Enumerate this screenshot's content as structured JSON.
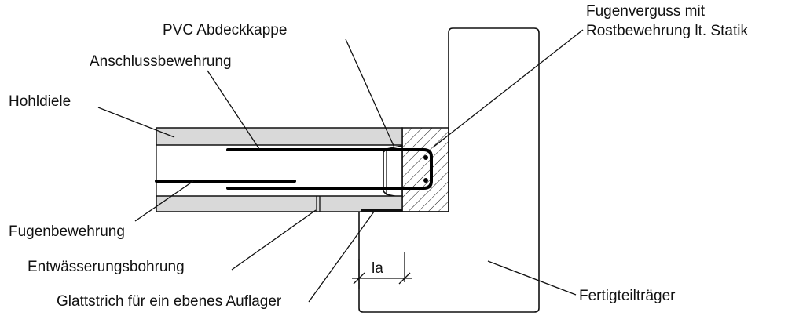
{
  "labels": {
    "pvc_cap": "PVC Abdeckkappe",
    "grout_line1": "Fugenverguss mit",
    "grout_line2": "Rostbewehrung lt. Statik",
    "connection_rebar": "Anschlussbewehrung",
    "hollow_slab": "Hohldiele",
    "joint_rebar": "Fugenbewehrung",
    "drain_hole": "Entwässerungsbohrung",
    "smooth_screed": "Glattstrich für ein ebenes Auflager",
    "bearing_length": "la",
    "precast_beam": "Fertigteilträger"
  }
}
